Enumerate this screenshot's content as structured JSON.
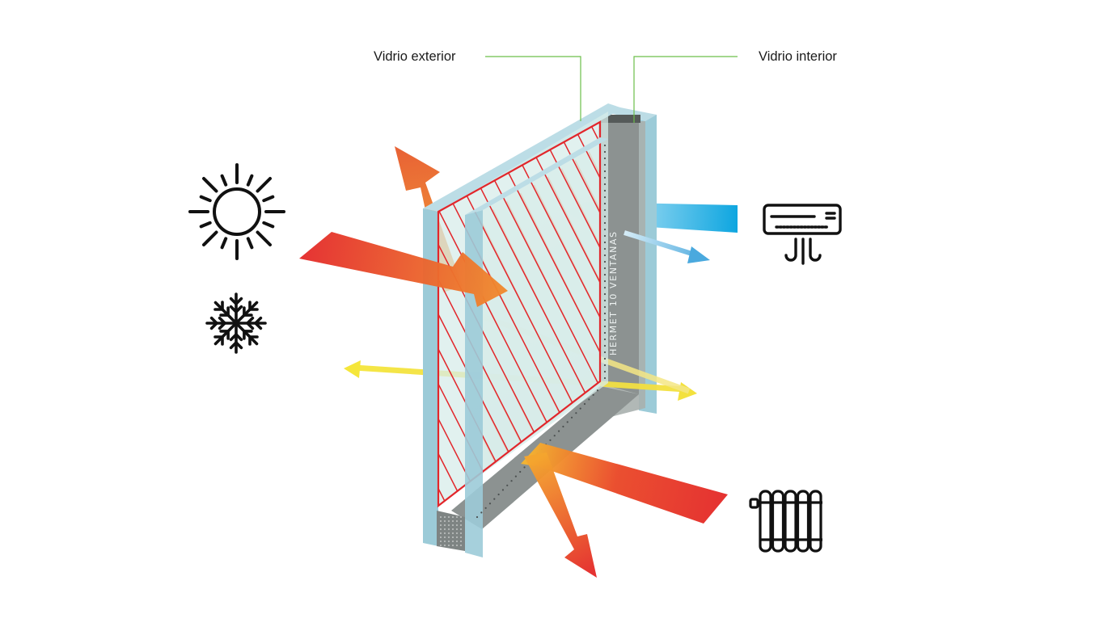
{
  "labels": {
    "outer_glass": "Vidrio exterior",
    "inner_glass": "Vidrio interior",
    "spacer_text": "HERMET 10 VENTANAS"
  },
  "icons": {
    "sun": "sun-icon",
    "snowflake": "snowflake-icon",
    "air_conditioner": "air-conditioner-icon",
    "radiator": "radiator-icon"
  },
  "colors": {
    "leader_line": "#6cbf4a",
    "glass_edge": "#9ccbd8",
    "glass_face": "#d6ece8",
    "coating_line": "#e2262b",
    "heat_red": "#e42b2b",
    "heat_orange": "#f0892e",
    "light_yellow": "#f5e63a",
    "cold_blue": "#0ea6e0",
    "spacer_grey": "#8c9291"
  }
}
